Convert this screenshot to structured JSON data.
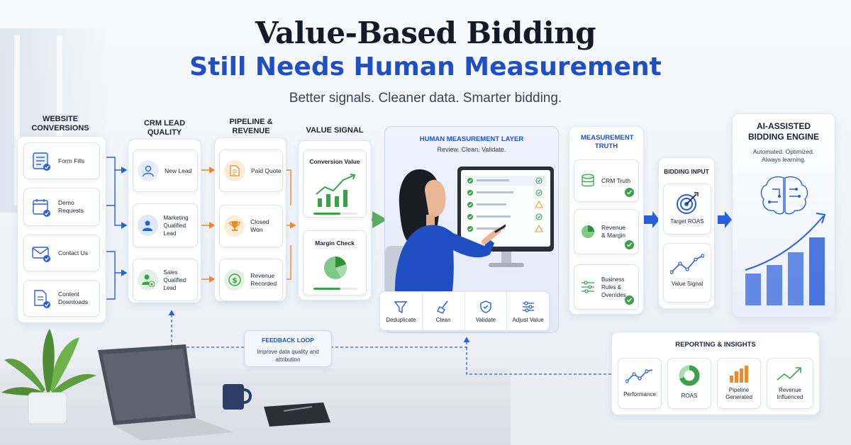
{
  "headline": {
    "line1": "Value-Based Bidding",
    "line2": "Still Needs Human Measurement",
    "tagline": "Better signals. Cleaner data. Smarter bidding."
  },
  "website": {
    "title": "WEBSITE CONVERSIONS",
    "items": [
      "Form Fills",
      "Demo Requests",
      "Contact Us",
      "Content Downloads"
    ]
  },
  "crm": {
    "title": "CRM LEAD QUALITY",
    "items": [
      "New Lead",
      "Marketing Qualified Lead",
      "Sales Qualified Lead"
    ]
  },
  "pipeline": {
    "title": "PIPELINE & REVENUE",
    "items": [
      "Paid Quote",
      "Closed Won",
      "Revenue Recorded"
    ]
  },
  "value_signal": {
    "title": "VALUE SIGNAL",
    "items": [
      "Conversion Value",
      "Margin Check"
    ]
  },
  "human_layer": {
    "title": "HUMAN MEASUREMENT LAYER",
    "subtitle": "Review. Clean. Validate.",
    "actions": [
      "Deduplicate",
      "Clean",
      "Validate",
      "Adjust Value"
    ]
  },
  "measurement_truth": {
    "title": "MEASUREMENT TRUTH",
    "items": [
      "CRM Truth",
      "Revenue & Margin",
      "Business Rules & Overrides"
    ]
  },
  "bidding_input": {
    "title": "BIDDING INPUT",
    "items": [
      "Target ROAS",
      "Value Signal"
    ]
  },
  "engine": {
    "title": "AI-ASSISTED BIDDING ENGINE",
    "subtitle": "Automated. Optimized. Always learning.",
    "bars": [
      0.3,
      0.38,
      0.5,
      0.64
    ]
  },
  "feedback": {
    "title": "FEEDBACK LOOP",
    "text": "Improve data quality and attribution"
  },
  "reporting": {
    "title": "REPORTING & INSIGHTS",
    "items": [
      "Performance",
      "ROAS",
      "Pipeline Generated",
      "Revenue Influenced"
    ]
  },
  "colors": {
    "brand_blue": "#1f4fc2",
    "accent_orange": "#f08a24",
    "success_green": "#3aa14a",
    "warning_orange": "#f0a020"
  }
}
